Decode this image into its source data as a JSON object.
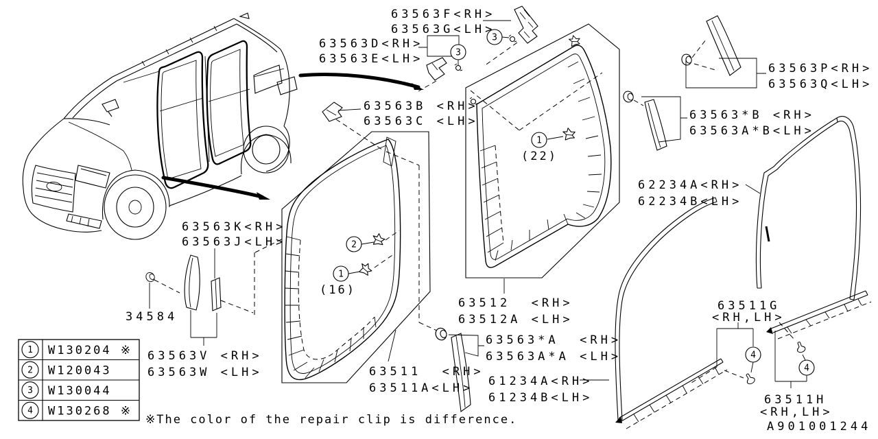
{
  "diagram_id": "A901001244",
  "note": "※The color of the repair clip is difference.",
  "legend": [
    {
      "num": "1",
      "code": "W130204 ※"
    },
    {
      "num": "2",
      "code": "W120043"
    },
    {
      "num": "3",
      "code": "W130044"
    },
    {
      "num": "4",
      "code": "W130268 ※"
    }
  ],
  "circle_numbers": {
    "one": "1",
    "two": "2",
    "three": "3",
    "four": "4"
  },
  "callouts": {
    "front_door_clip_qty": "(16)",
    "rear_door_clip_qty": "(22)"
  },
  "parts": [
    {
      "id": "63563F/G",
      "l1": "63563F<RH>",
      "l2": "63563G<LH>"
    },
    {
      "id": "63563D/E",
      "l1": "63563D<RH>",
      "l2": "63563E<LH>"
    },
    {
      "id": "63563B/C",
      "l1": "63563B <RH>",
      "l2": "63563C <LH>"
    },
    {
      "id": "63563P/Q",
      "l1": "63563P<RH>",
      "l2": "63563Q<LH>"
    },
    {
      "id": "63563*B",
      "l1": "63563*B <RH>",
      "l2": "63563A*B<LH>"
    },
    {
      "id": "62234A/B",
      "l1": "62234A<RH>",
      "l2": "62234B<LH>"
    },
    {
      "id": "63563K/J",
      "l1": "63563K<RH>",
      "l2": "63563J<LH>"
    },
    {
      "id": "34584",
      "l1": "34584"
    },
    {
      "id": "63563V/W",
      "l1": "63563V <RH>",
      "l2": "63563W <LH>"
    },
    {
      "id": "63512",
      "l1": "63512  <RH>",
      "l2": "63512A <LH>"
    },
    {
      "id": "63563*A",
      "l1": "63563*A  <RH>",
      "l2": "63563A*A <LH>"
    },
    {
      "id": "63511",
      "l1": "63511  <RH>",
      "l2": "63511A<LH>"
    },
    {
      "id": "61234A/B",
      "l1": "61234A<RH>",
      "l2": "61234B<LH>"
    },
    {
      "id": "63511G",
      "l1": "63511G",
      "l2": "<RH,LH>"
    },
    {
      "id": "63511H",
      "l1": "63511H",
      "l2": "<RH,LH>"
    }
  ]
}
